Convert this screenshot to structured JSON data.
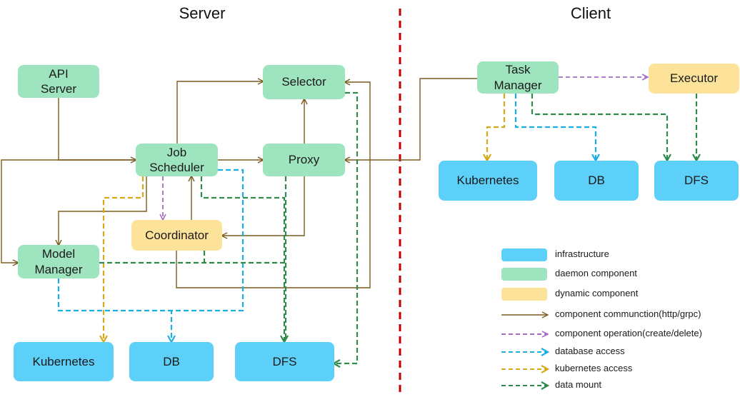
{
  "sections": {
    "server": "Server",
    "client": "Client"
  },
  "colors": {
    "infrastructure": "#5DD0FA",
    "daemon": "#9EE5BF",
    "dynamic": "#FDE39A",
    "communication": "#7B5A1E",
    "operation": "#A66CC6",
    "database": "#1AAEE3",
    "kubernetes": "#D6A91A",
    "mount": "#2E8B4A",
    "divider": "#C00000"
  },
  "nodes": {
    "api_server": "API\nServer",
    "job_scheduler": "Job\nScheduler",
    "selector": "Selector",
    "proxy": "Proxy",
    "coordinator": "Coordinator",
    "model_manager": "Model\nManager",
    "kubernetes_server": "Kubernetes",
    "db_server": "DB",
    "dfs_server": "DFS",
    "task_manager": "Task\nManager",
    "executor": "Executor",
    "kubernetes_client": "Kubernetes",
    "db_client": "DB",
    "dfs_client": "DFS"
  },
  "legend": [
    {
      "label": "infrastructure",
      "kind": "swatch",
      "color": "#5DD0FA"
    },
    {
      "label": "daemon component",
      "kind": "swatch",
      "color": "#9EE5BF"
    },
    {
      "label": "dynamic component",
      "kind": "swatch",
      "color": "#FDE39A"
    },
    {
      "label": "component communction(http/grpc)",
      "kind": "solid",
      "color": "#7B5A1E"
    },
    {
      "label": "component operation(create/delete)",
      "kind": "dashed",
      "color": "#A66CC6"
    },
    {
      "label": "database access",
      "kind": "dashed",
      "color": "#1AAEE3"
    },
    {
      "label": "kubernetes access",
      "kind": "dashed",
      "color": "#D6A91A"
    },
    {
      "label": "data mount",
      "kind": "dashed",
      "color": "#2E8B4A"
    }
  ]
}
